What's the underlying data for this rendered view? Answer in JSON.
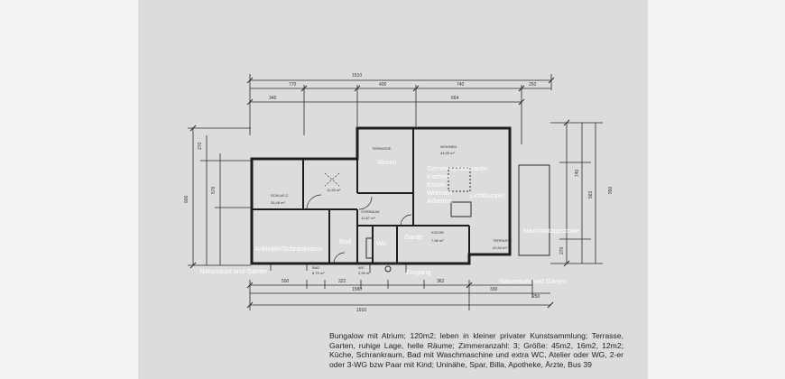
{
  "labels": {
    "atrium": "Atrium",
    "common_room": [
      "Gemeinschaftsraum",
      "Kochen",
      "Essen",
      "Wohnen",
      "Arbeiten"
    ],
    "skylight": "Lichtkuppel",
    "evening_sun": "Nachmittagssonne",
    "dressing_room": "Ankleide/Schrankraum",
    "bath": "Bad",
    "wc": "Wc",
    "closet": "Garde",
    "entrance": "Eingang",
    "garden_left": "Naturraum und Garten",
    "garden_right": "Naturraum und Garten"
  },
  "plan_text": {
    "terrace_top": "TERRASSE",
    "living": "WOHNEN",
    "living_area": "44,95 m²",
    "bedroom": "SCHLAF.Z.",
    "bedroom_area": "26,48 m²",
    "room2_area": "11,95 m²",
    "hall": "VORRAUM",
    "hall_area": "12,87 m²",
    "kitchen": "KÜCHE",
    "kitchen_area": "7,58 m²",
    "terrace_right": "TERRASSE",
    "terrace_right_area": "20,34 m²",
    "bath_small": "BAD",
    "bath_area": "8,75 m²",
    "wc_small": "WC",
    "wc_area": "2,95 m²"
  },
  "dimensions": {
    "top_total": "1510",
    "top_a": "770",
    "top_b": "400",
    "top_c": "740",
    "top_d": "250",
    "top_e": "346",
    "top_f": "664",
    "bottom_total": "1910",
    "bottom_a": "1580",
    "bottom_b": "330",
    "bottom_c": "250",
    "bottom_d": "500",
    "bottom_e": "222",
    "bottom_f": "362",
    "left_total": "900",
    "left_a": "270",
    "left_b": "576",
    "right_total": "950",
    "right_a": "740",
    "right_b": "563",
    "right_c": "270"
  },
  "description": "Bungalow mit Atrium; 120m2; leben in kleiner privater Kunstsammlung; Terrasse, Garten, ruhige Lage, helle Räume; Zimmeranzahl: 3; Größe: 45m2, 16m2, 12m2; Küche, Schrankraum, Bad mit Waschmaschine und extra WC, Atelier oder WG, 2-er oder 3-WG bzw Paar mit Kind; Uninähe, Spar, Billa, Apotheke, Ärzte, Bus 39"
}
